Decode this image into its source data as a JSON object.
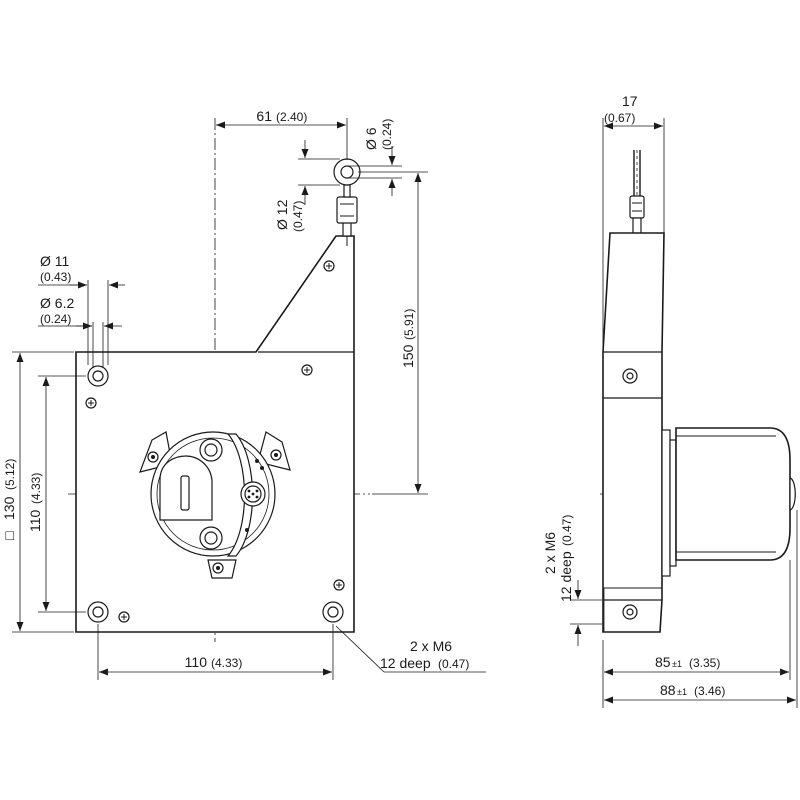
{
  "front": {
    "dim_61": {
      "value": "61",
      "alt": "(2.40)"
    },
    "dim_d6": {
      "value": "Ø 6",
      "alt": "(0.24)"
    },
    "dim_d12": {
      "value": "Ø 12",
      "alt": "(0.47)"
    },
    "dim_d11": {
      "value": "Ø 11",
      "alt": "(0.43)"
    },
    "dim_d62": {
      "value": "Ø 6.2",
      "alt": "(0.24)"
    },
    "dim_150": {
      "value": "150",
      "alt": "(5.91)"
    },
    "dim_130": {
      "prefix": "□",
      "value": "130",
      "alt": "(5.12)"
    },
    "dim_110_v": {
      "value": "110",
      "alt": "(4.33)"
    },
    "dim_110_h": {
      "value": "110",
      "alt": "(4.33)"
    },
    "thread_note": {
      "line1": "2 x M6",
      "line2": "12 deep",
      "alt": "(0.47)"
    }
  },
  "side": {
    "dim_17": {
      "value": "17",
      "alt": "(0.67)"
    },
    "thread_note": {
      "line1": "2 x M6",
      "line2": "12 deep",
      "alt": "(0.47)"
    },
    "dim_85": {
      "value": "85",
      "tol": "±1",
      "alt": "(3.35)"
    },
    "dim_88": {
      "value": "88",
      "tol": "±1",
      "alt": "(3.46)"
    }
  }
}
